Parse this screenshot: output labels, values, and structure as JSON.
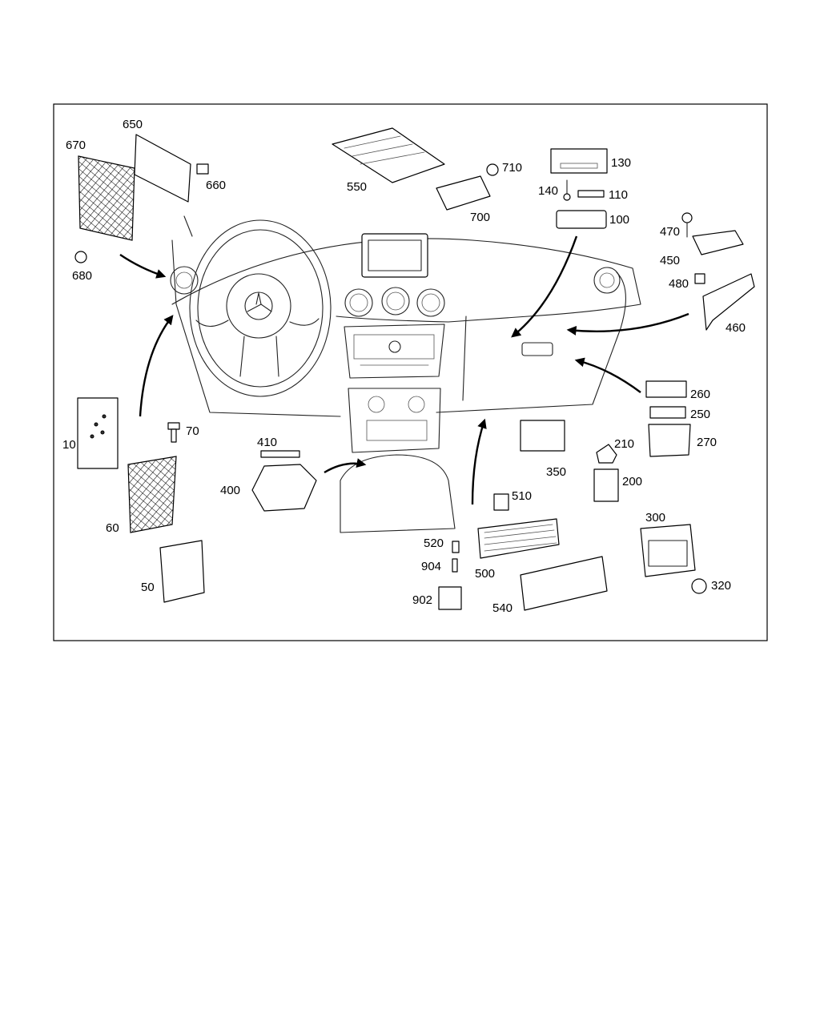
{
  "callouts": [
    "650",
    "670",
    "660",
    "680",
    "550",
    "710",
    "700",
    "140",
    "130",
    "110",
    "100",
    "470",
    "450",
    "480",
    "460",
    "10",
    "70",
    "60",
    "50",
    "410",
    "400",
    "350",
    "210",
    "200",
    "260",
    "250",
    "270",
    "510",
    "520",
    "904",
    "902",
    "500",
    "540",
    "300",
    "320"
  ]
}
